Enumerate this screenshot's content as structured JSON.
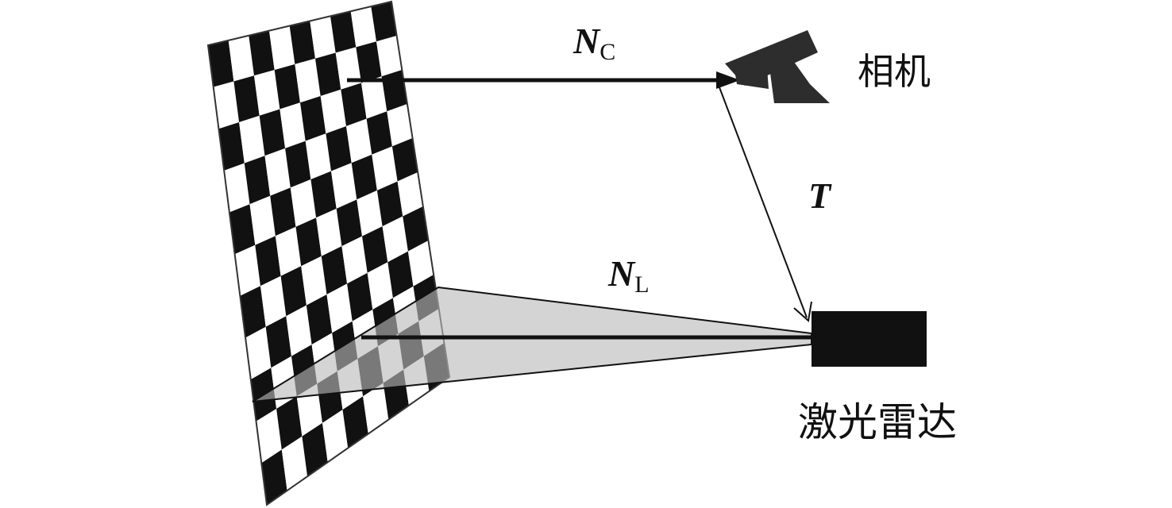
{
  "labels": {
    "normal_camera_main": "N",
    "normal_camera_sub": "C",
    "normal_lidar_main": "N",
    "normal_lidar_sub": "L",
    "transform": "T",
    "camera": "相机",
    "lidar": "激光雷达"
  },
  "checkerboard": {
    "rows": 11,
    "cols": 9
  },
  "colors": {
    "ink": "#111111",
    "beam_fill": "#b9b9b9",
    "background": "#ffffff"
  }
}
